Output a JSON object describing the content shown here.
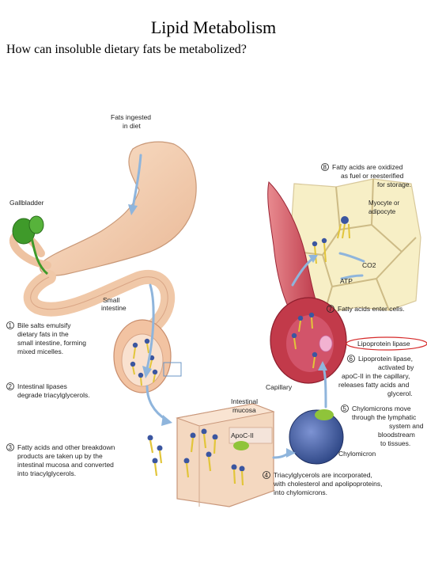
{
  "header": {
    "title": "Lipid Metabolism",
    "subtitle": "How can insoluble dietary fats be metabolized?"
  },
  "labels": {
    "fats_ingested": [
      "Fats ingested",
      "in diet"
    ],
    "gallbladder": "Gallbladder",
    "small_intestine": [
      "Small",
      "intestine"
    ],
    "intestinal_mucosa": [
      "Intestinal",
      "mucosa"
    ],
    "apoc2": "ApoC-II",
    "chylomicron": "Chylomicron",
    "capillary": "Capillary",
    "myocyte": [
      "Myocyte or",
      "adipocyte"
    ],
    "co2": "CO2",
    "atp": "ATP",
    "lipoprotein_lipase": "Lipoprotein lipase"
  },
  "steps": [
    {
      "number": "1",
      "lines": [
        "Bile salts emulsify",
        "dietary fats in the",
        "small intestine, forming",
        "mixed micelles."
      ]
    },
    {
      "number": "2",
      "lines": [
        "Intestinal lipases",
        "degrade triacylglycerols."
      ]
    },
    {
      "number": "3",
      "lines": [
        "Fatty acids and other breakdown",
        "products are taken up by the",
        "intestinal mucosa and converted",
        "into triacylglycerols."
      ]
    },
    {
      "number": "4",
      "lines": [
        "Triacylglycerols are incorporated,",
        "with cholesterol and apolipoproteins,",
        "into chylomicrons."
      ]
    },
    {
      "number": "5",
      "lines": [
        "Chylomicrons move",
        "through the lymphatic",
        "system and",
        "bloodstream",
        "to tissues."
      ]
    },
    {
      "number": "6",
      "lines": [
        "Lipoprotein lipase,",
        "activated by",
        "apoC-II in the capillary,",
        "releases fatty acids and",
        "glycerol."
      ]
    },
    {
      "number": "7",
      "lines": [
        "Fatty acids enter cells."
      ]
    },
    {
      "number": "8",
      "lines": [
        "Fatty acids are oxidized",
        "as fuel or reesterified",
        "for storage."
      ]
    }
  ],
  "colors": {
    "stomach": "#f6d2b2",
    "gallbladder": "#3f9a2a",
    "capillary": "#c8404e",
    "chylomicron": "#3e59a8",
    "adipocyte": "#f7efc6",
    "arrow": "#8fb5dc",
    "highlight": "#d62a2a"
  },
  "icons": [
    "micelle-icon",
    "arrow-icon",
    "fatty-acid-icon"
  ]
}
